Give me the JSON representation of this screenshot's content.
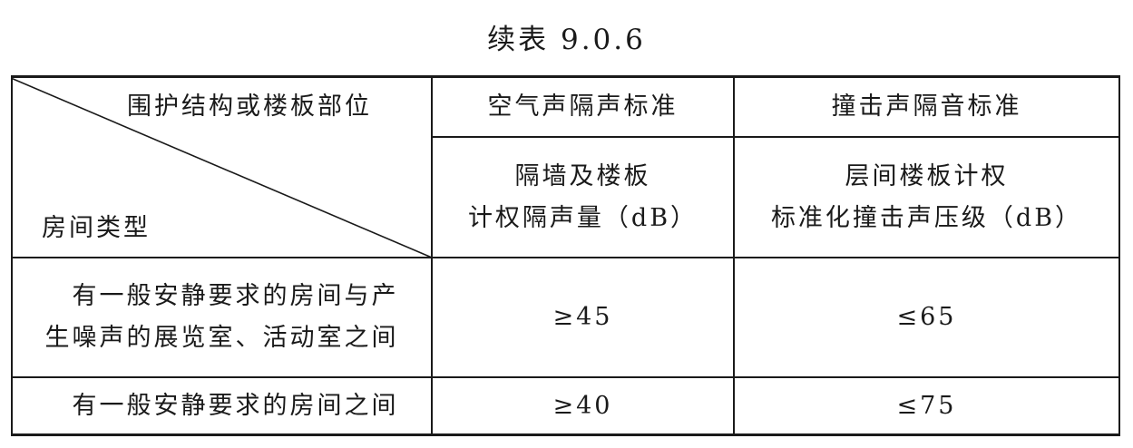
{
  "title": "续表 9.0.6",
  "header": {
    "corner_top": "围护结构或楼板部位",
    "corner_bottom": "房间类型",
    "col1_top": "空气声隔声标准",
    "col2_top": "撞击声隔音标准",
    "col1_sub_line1": "隔墙及楼板",
    "col1_sub_line2": "计权隔声量（dB）",
    "col2_sub_line1": "层间楼板计权",
    "col2_sub_line2": "标准化撞击声压级（dB）"
  },
  "rows": [
    {
      "room_line1": "有一般安静要求的房间与产",
      "room_line2": "生噪声的展览室、活动室之间",
      "air": "≥45",
      "impact": "≤65"
    },
    {
      "room": "有一般安静要求的房间之间",
      "air": "≥40",
      "impact": "≤75"
    }
  ]
}
